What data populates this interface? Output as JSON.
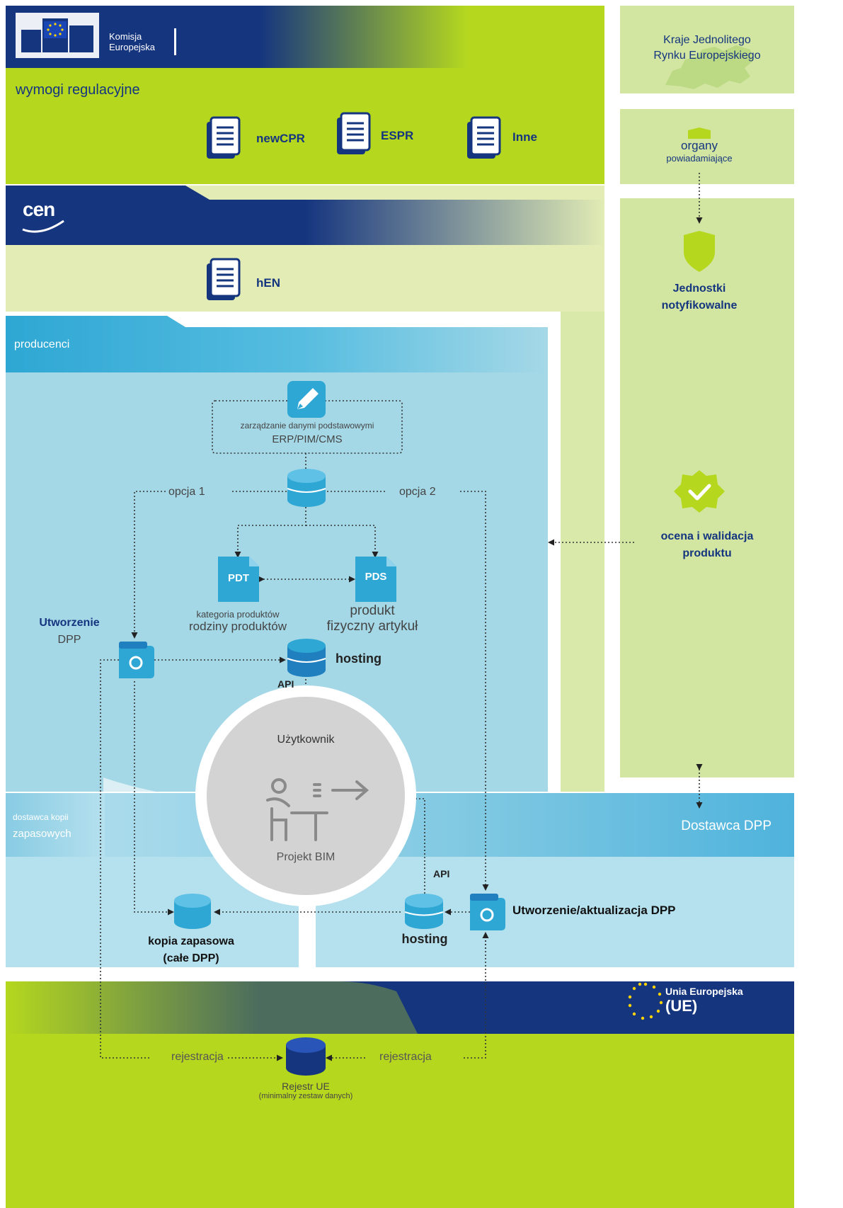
{
  "ec": {
    "line1": "Komisja",
    "line2": "Europejska"
  },
  "regulations": {
    "title": "wymogi regulacyjne",
    "docs": [
      "newCPR",
      "ESPR",
      "Inne"
    ]
  },
  "cen": {
    "logo": "cen",
    "doc": "hEN"
  },
  "side": {
    "countries_line1": "Kraje Jednolitego",
    "countries_line2": "Rynku Europejskiego",
    "organs_line1": "organy",
    "organs_line2": "powiadamiające",
    "notified_line1": "Jednostki",
    "notified_line2": "notyfikowalne",
    "validation_line1": "ocena i walidacja",
    "validation_line2": "produktu"
  },
  "producers": {
    "title": "producenci",
    "master_line1": "zarządzanie danymi podstawowymi",
    "master_line2": "ERP/PIM/CMS",
    "option1": "opcja 1",
    "option2": "opcja 2",
    "pdt": "PDT",
    "pds": "PDS",
    "pdt_line1": "kategoria produktów",
    "pdt_line2": "rodziny produktów",
    "pds_line1": "produkt",
    "pds_line2": "fizyczny artykuł",
    "create_line1": "Utworzenie",
    "create_line2": "DPP",
    "hosting": "hosting",
    "api": "API"
  },
  "user": {
    "title": "Użytkownik",
    "project": "Projekt BIM"
  },
  "backup": {
    "title_line1": "dostawca kopii",
    "title_line2": "zapasowych",
    "copy_line1": "kopia zapasowa",
    "copy_line2": "(całe DPP)"
  },
  "provider": {
    "title": "Dostawca DPP",
    "api": "API",
    "hosting": "hosting",
    "create_update": "Utworzenie/aktualizacja DPP"
  },
  "eu": {
    "line1": "Unia Europejska",
    "line2": "(UE)",
    "registration_left": "rejestracja",
    "registration_right": "rejestracja",
    "registry_line1": "Rejestr UE",
    "registry_line2": "(minimalny zestaw danych)"
  },
  "colors": {
    "green": "#b5d81f",
    "light_green": "#e2ecb4",
    "side_green": "#d2e6a2",
    "navy": "#15357f",
    "blue": "#2ea7d4",
    "producers_bg": "#a5d8e7",
    "provider_bg": "#b5e0ee",
    "circle": "#d3d3d3"
  },
  "icons": [
    "document-icon",
    "pencil-icon",
    "database-icon",
    "file-icon",
    "wallet-icon",
    "shield-icon",
    "checkmark-badge-icon",
    "person-desk-icon",
    "eu-stars-icon",
    "eu-building-icon"
  ]
}
